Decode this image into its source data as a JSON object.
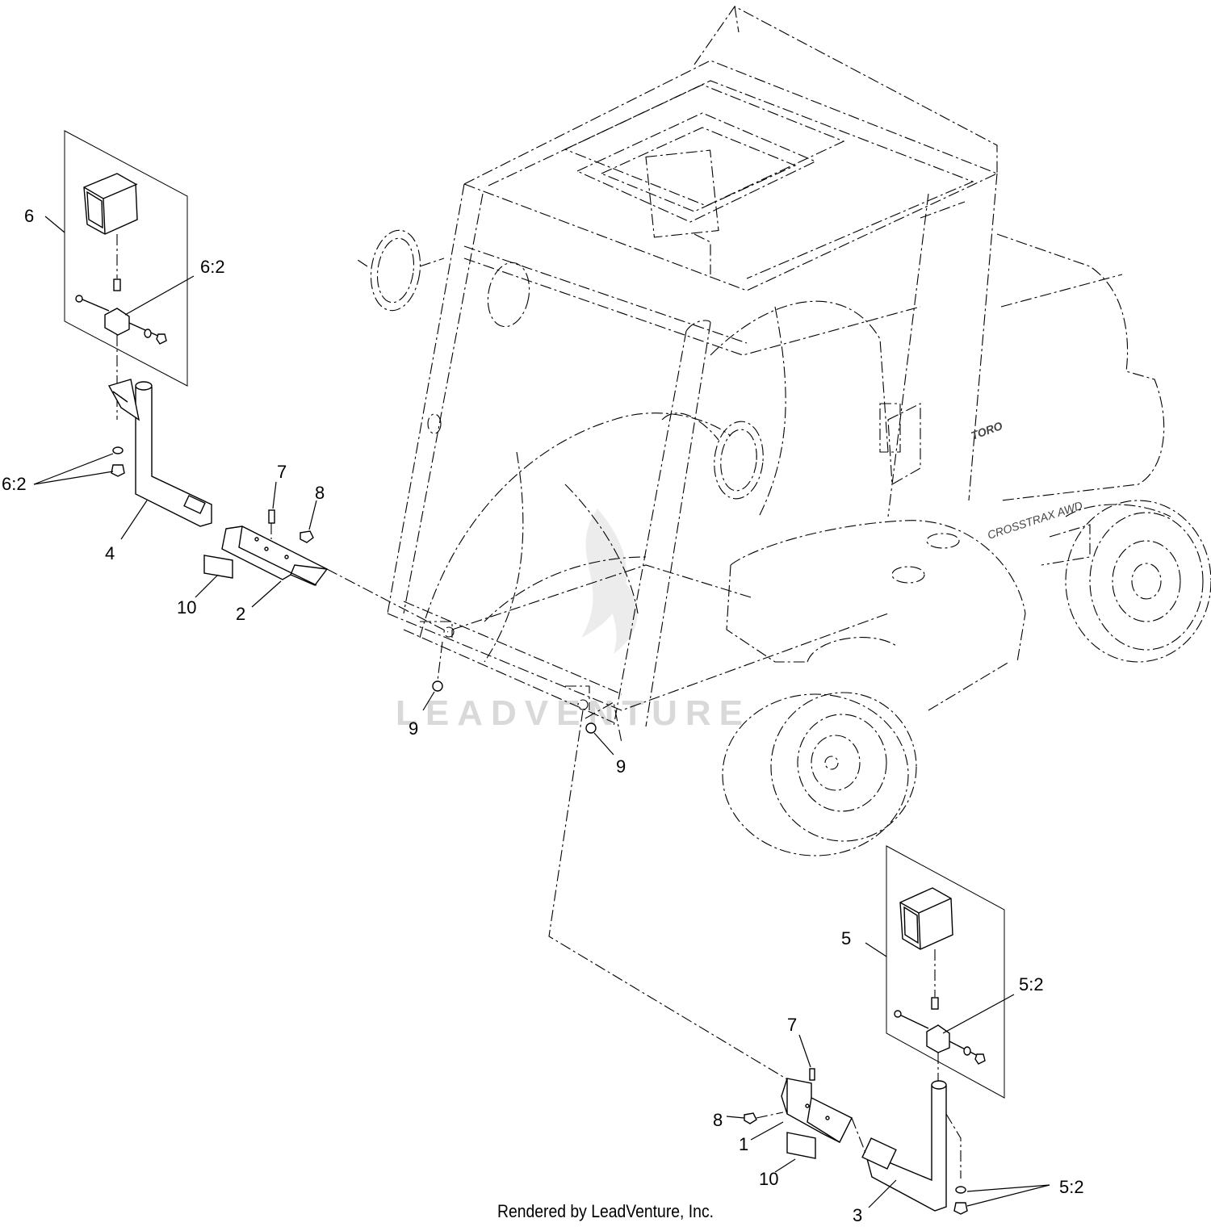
{
  "callouts": {
    "c6": "6",
    "c6_2_top": "6:2",
    "c6_2_left": "6:2",
    "c4": "4",
    "c7_top": "7",
    "c8_top": "8",
    "c10_top": "10",
    "c2": "2",
    "c9_left": "9",
    "c9_right": "9",
    "c5": "5",
    "c5_2_top": "5:2",
    "c7_bottom": "7",
    "c8_bottom": "8",
    "c1": "1",
    "c10_bottom": "10",
    "c5_2_right": "5:2",
    "c3": "3"
  },
  "decals": {
    "brand": "TORO",
    "model": "CROSSTRAX AWD"
  },
  "watermark": "LEADVENTURE",
  "footer": "Rendered by LeadVenture, Inc."
}
